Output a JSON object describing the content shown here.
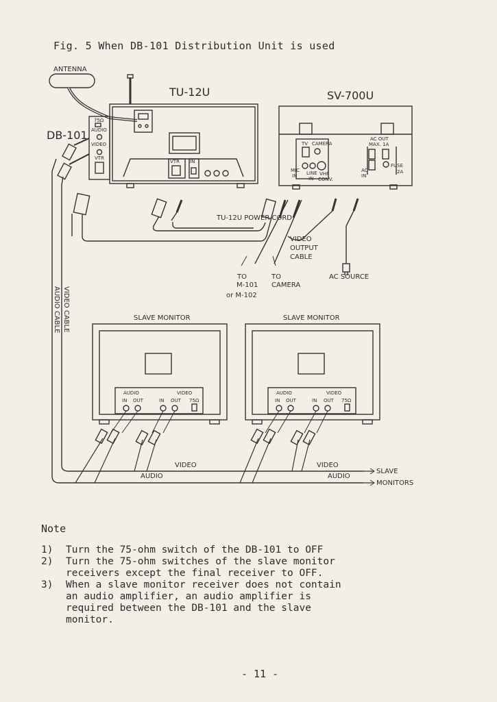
{
  "caption": "Fig. 5  When DB-101 Distribution Unit is used",
  "labels": {
    "antenna": "ANTENNA",
    "tu12u": "TU-12U",
    "sv700u": "SV-700U",
    "db101": "DB-101",
    "ohm75_db": "75Ω",
    "db_audio": "AUDIO",
    "db_video": "VIDEO",
    "db_vtr": "VTR",
    "tu_vtr": "VTR",
    "tu_in": "IN",
    "sv_tv": "TV",
    "sv_camera": "CAMERA",
    "sv_mic": "MIC",
    "sv_mic_in": "IN",
    "sv_line": "LINE",
    "sv_line_in": "IN",
    "sv_vhf": "VHF",
    "sv_conv": "CONV.",
    "sv_ac_out": "AC  OUT",
    "sv_max": "MAX. 1A",
    "sv_ac_in_1": "AC",
    "sv_ac_in_2": "IN",
    "sv_fuse": "FUSE",
    "sv_fuse_val": "2A",
    "power_cord": "TU-12U  POWER CORD",
    "video_output_1": "VIDEO",
    "video_output_2": "OUTPUT",
    "video_output_3": "CABLE",
    "to_m101_1": "TO",
    "to_m101_2": "M-101",
    "to_m101_3": "or  M-102",
    "to_camera_1": "TO",
    "to_camera_2": "CAMERA",
    "ac_source": "AC  SOURCE",
    "video_cable_vertical": "VIDEO CABLE",
    "audio_cable_vertical": "AUDIO CABLE",
    "slave_monitor_1": "SLAVE  MONITOR",
    "slave_monitor_2": "SLAVE  MONITOR",
    "panel_audio": "AUDIO",
    "panel_video": "VIDEO",
    "panel_in": "IN",
    "panel_out": "OUT",
    "panel_75": "75Ω",
    "bottom_video_1": "VIDEO",
    "bottom_audio_1": "AUDIO",
    "bottom_video_2": "VIDEO",
    "bottom_audio_2": "AUDIO",
    "slave": "SLAVE",
    "monitors": "MONITORS"
  },
  "note_title": "Note",
  "notes": [
    {
      "num": "1)",
      "text": "Turn the 75-ohm switch of the DB-101 to OFF"
    },
    {
      "num": "2)",
      "text": "Turn the 75-ohm switches of the slave monitor receivers except the final receiver to OFF."
    },
    {
      "num": "3)",
      "text": "When a slave monitor receiver does not contain an audio amplifier, an audio amplifier is required between the DB-101 and the slave monitor."
    }
  ],
  "page_number": "- 11 -"
}
